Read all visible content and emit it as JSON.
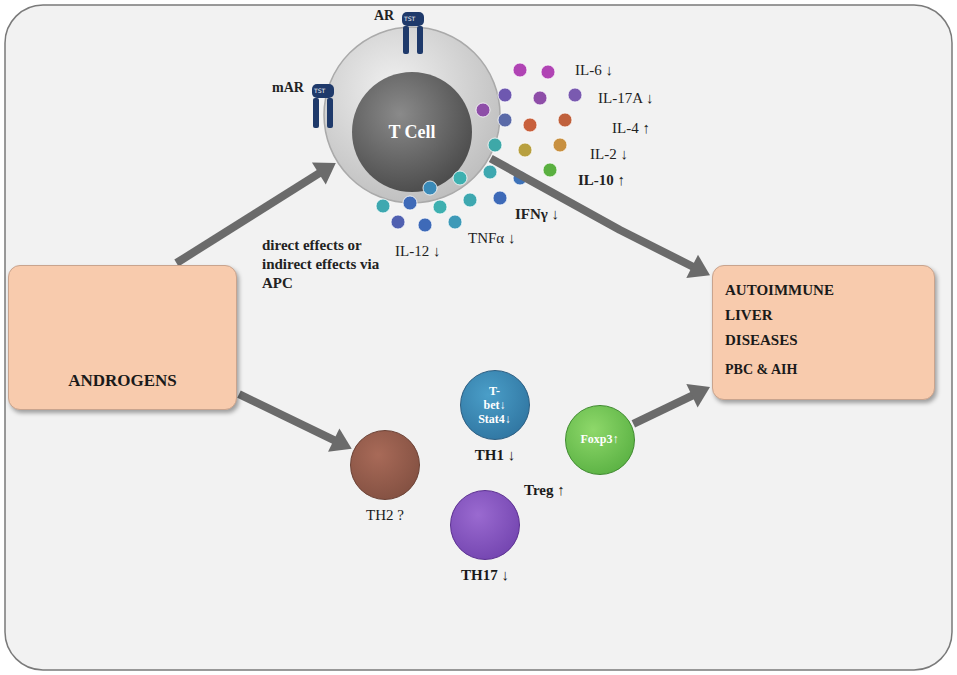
{
  "diagram": {
    "nodes": [
      {
        "text": [
          "ANDROGENS"
        ]
      },
      {
        "text": [
          "T Cell"
        ]
      },
      {
        "text": [
          "AUTOIMMUNE LIVER DISEASES",
          "PBC & AIH"
        ]
      },
      {
        "text": [
          "TH2 ?"
        ]
      },
      {
        "text": [
          "T-bet↓ Stat4↓",
          "TH1 ↓"
        ]
      },
      {
        "text": [
          "Foxp3↑",
          "Treg ↑"
        ]
      },
      {
        "text": [
          "TH17 ↓"
        ]
      }
    ],
    "edges": [
      {
        "from": 0,
        "to": 1,
        "arrow": "to"
      },
      {
        "from": 0,
        "to": 3,
        "arrow": "to"
      },
      {
        "from": 1,
        "to": 2,
        "arrow": "to"
      },
      {
        "from": 5,
        "to": 2,
        "arrow": "to"
      }
    ],
    "labels": [
      "AR",
      "mAR",
      "TST",
      "TST",
      "IL-6 ↓",
      "IL-17A ↓",
      "IL-4 ↑",
      "IL-2 ↓",
      "IL-10 ↑",
      "IFNγ ↓",
      "TNFα ↓",
      "IL-12 ↓",
      "direct effects or indirect effects via APC"
    ]
  }
}
